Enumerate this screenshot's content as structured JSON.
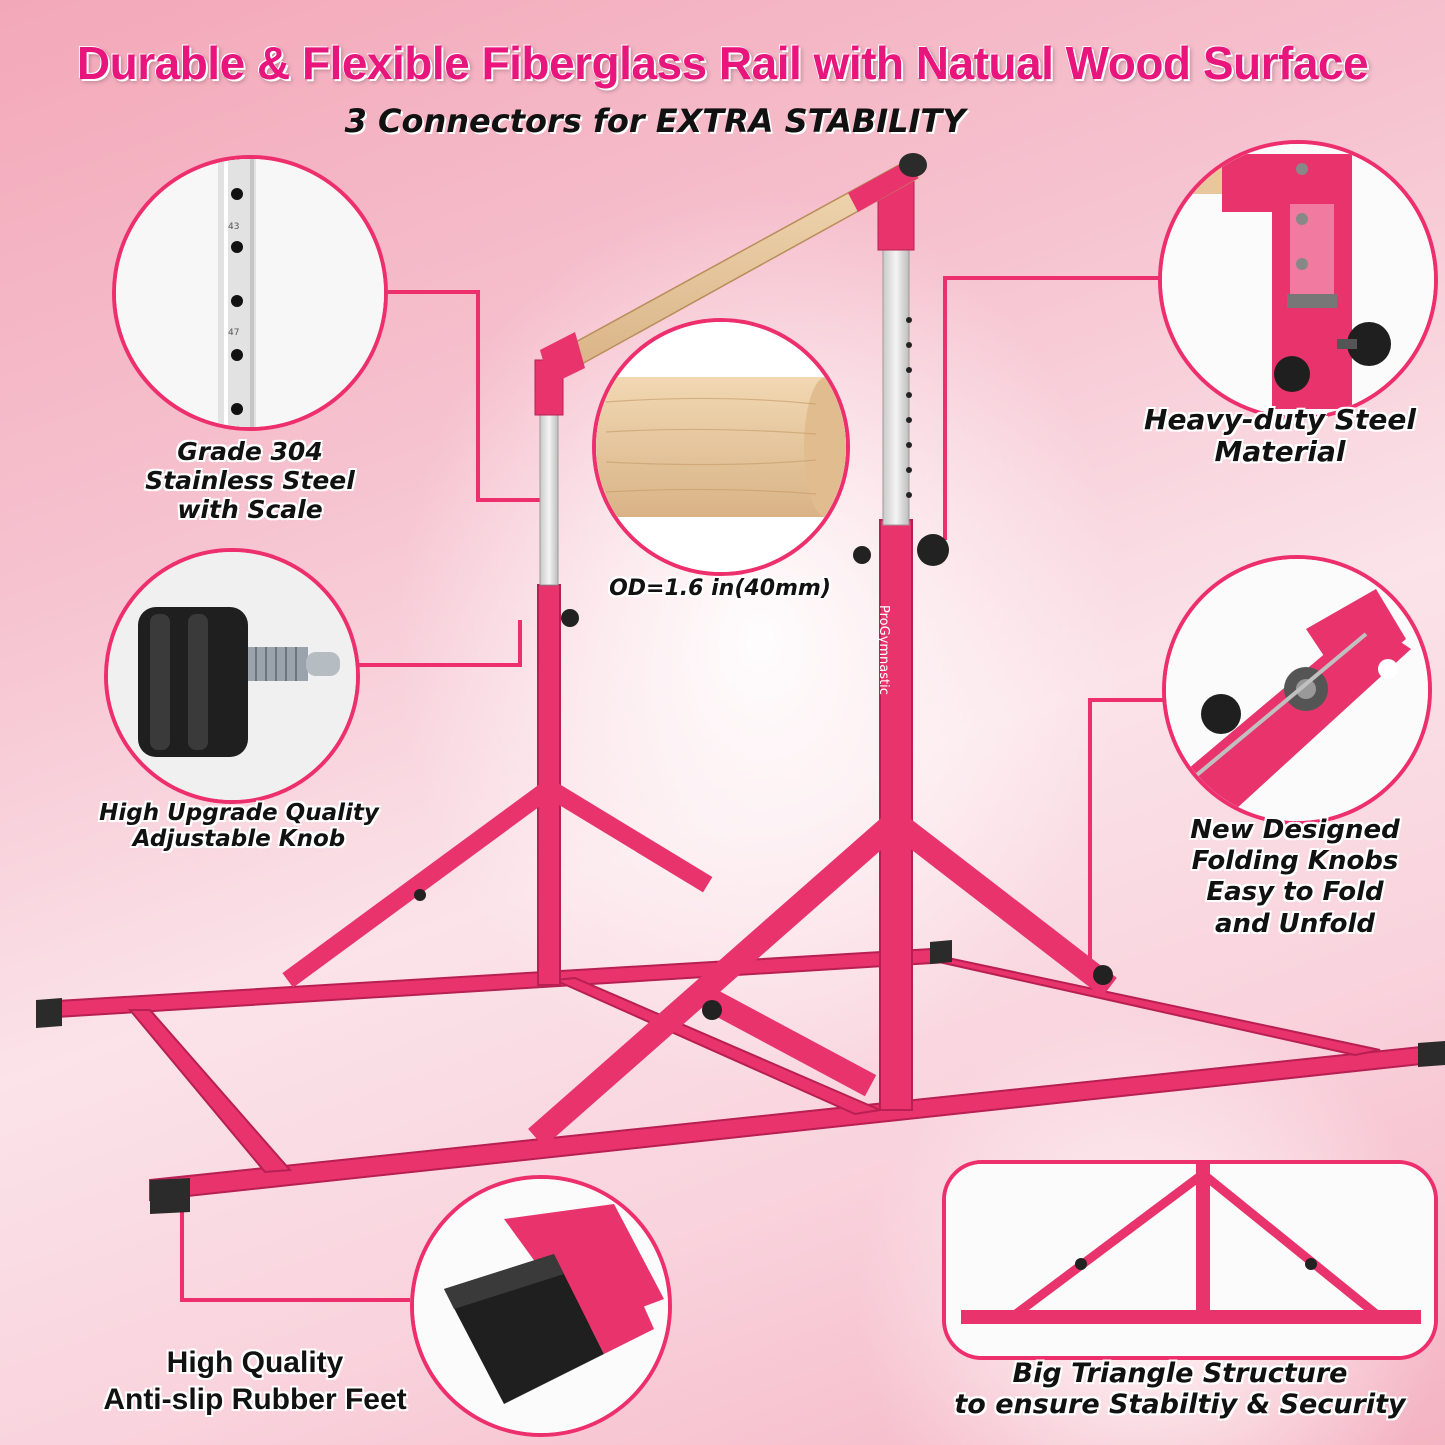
{
  "header": {
    "title": "Durable & Flexible Fiberglass Rail with Natual Wood Surface",
    "subtitle": "3 Connectors for EXTRA STABILITY"
  },
  "callouts": {
    "steel_scale": [
      "Grade 304",
      "Stainless Steel",
      "with Scale"
    ],
    "knob": [
      "High Upgrade Quality",
      "Adjustable Knob"
    ],
    "rail_od": "OD=1.6 in(40mm)",
    "heavy_steel": [
      "Heavy-duty Steel",
      "Material"
    ],
    "folding_knobs": [
      "New Designed",
      "Folding Knobs",
      "Easy to Fold",
      "and Unfold"
    ],
    "rubber_feet": [
      "High Quality",
      "Anti-slip Rubber Feet"
    ],
    "triangle": [
      "Big Triangle Structure",
      "to ensure Stabiltiy & Security"
    ]
  },
  "scale_numbers": [
    "43",
    "47"
  ],
  "brand_text": "ProGymnastic",
  "colors": {
    "frame_pink": "#e8336d",
    "accent": "#ee2f6e",
    "title_pink": "#e8157c",
    "wood": "#e9c79c"
  }
}
